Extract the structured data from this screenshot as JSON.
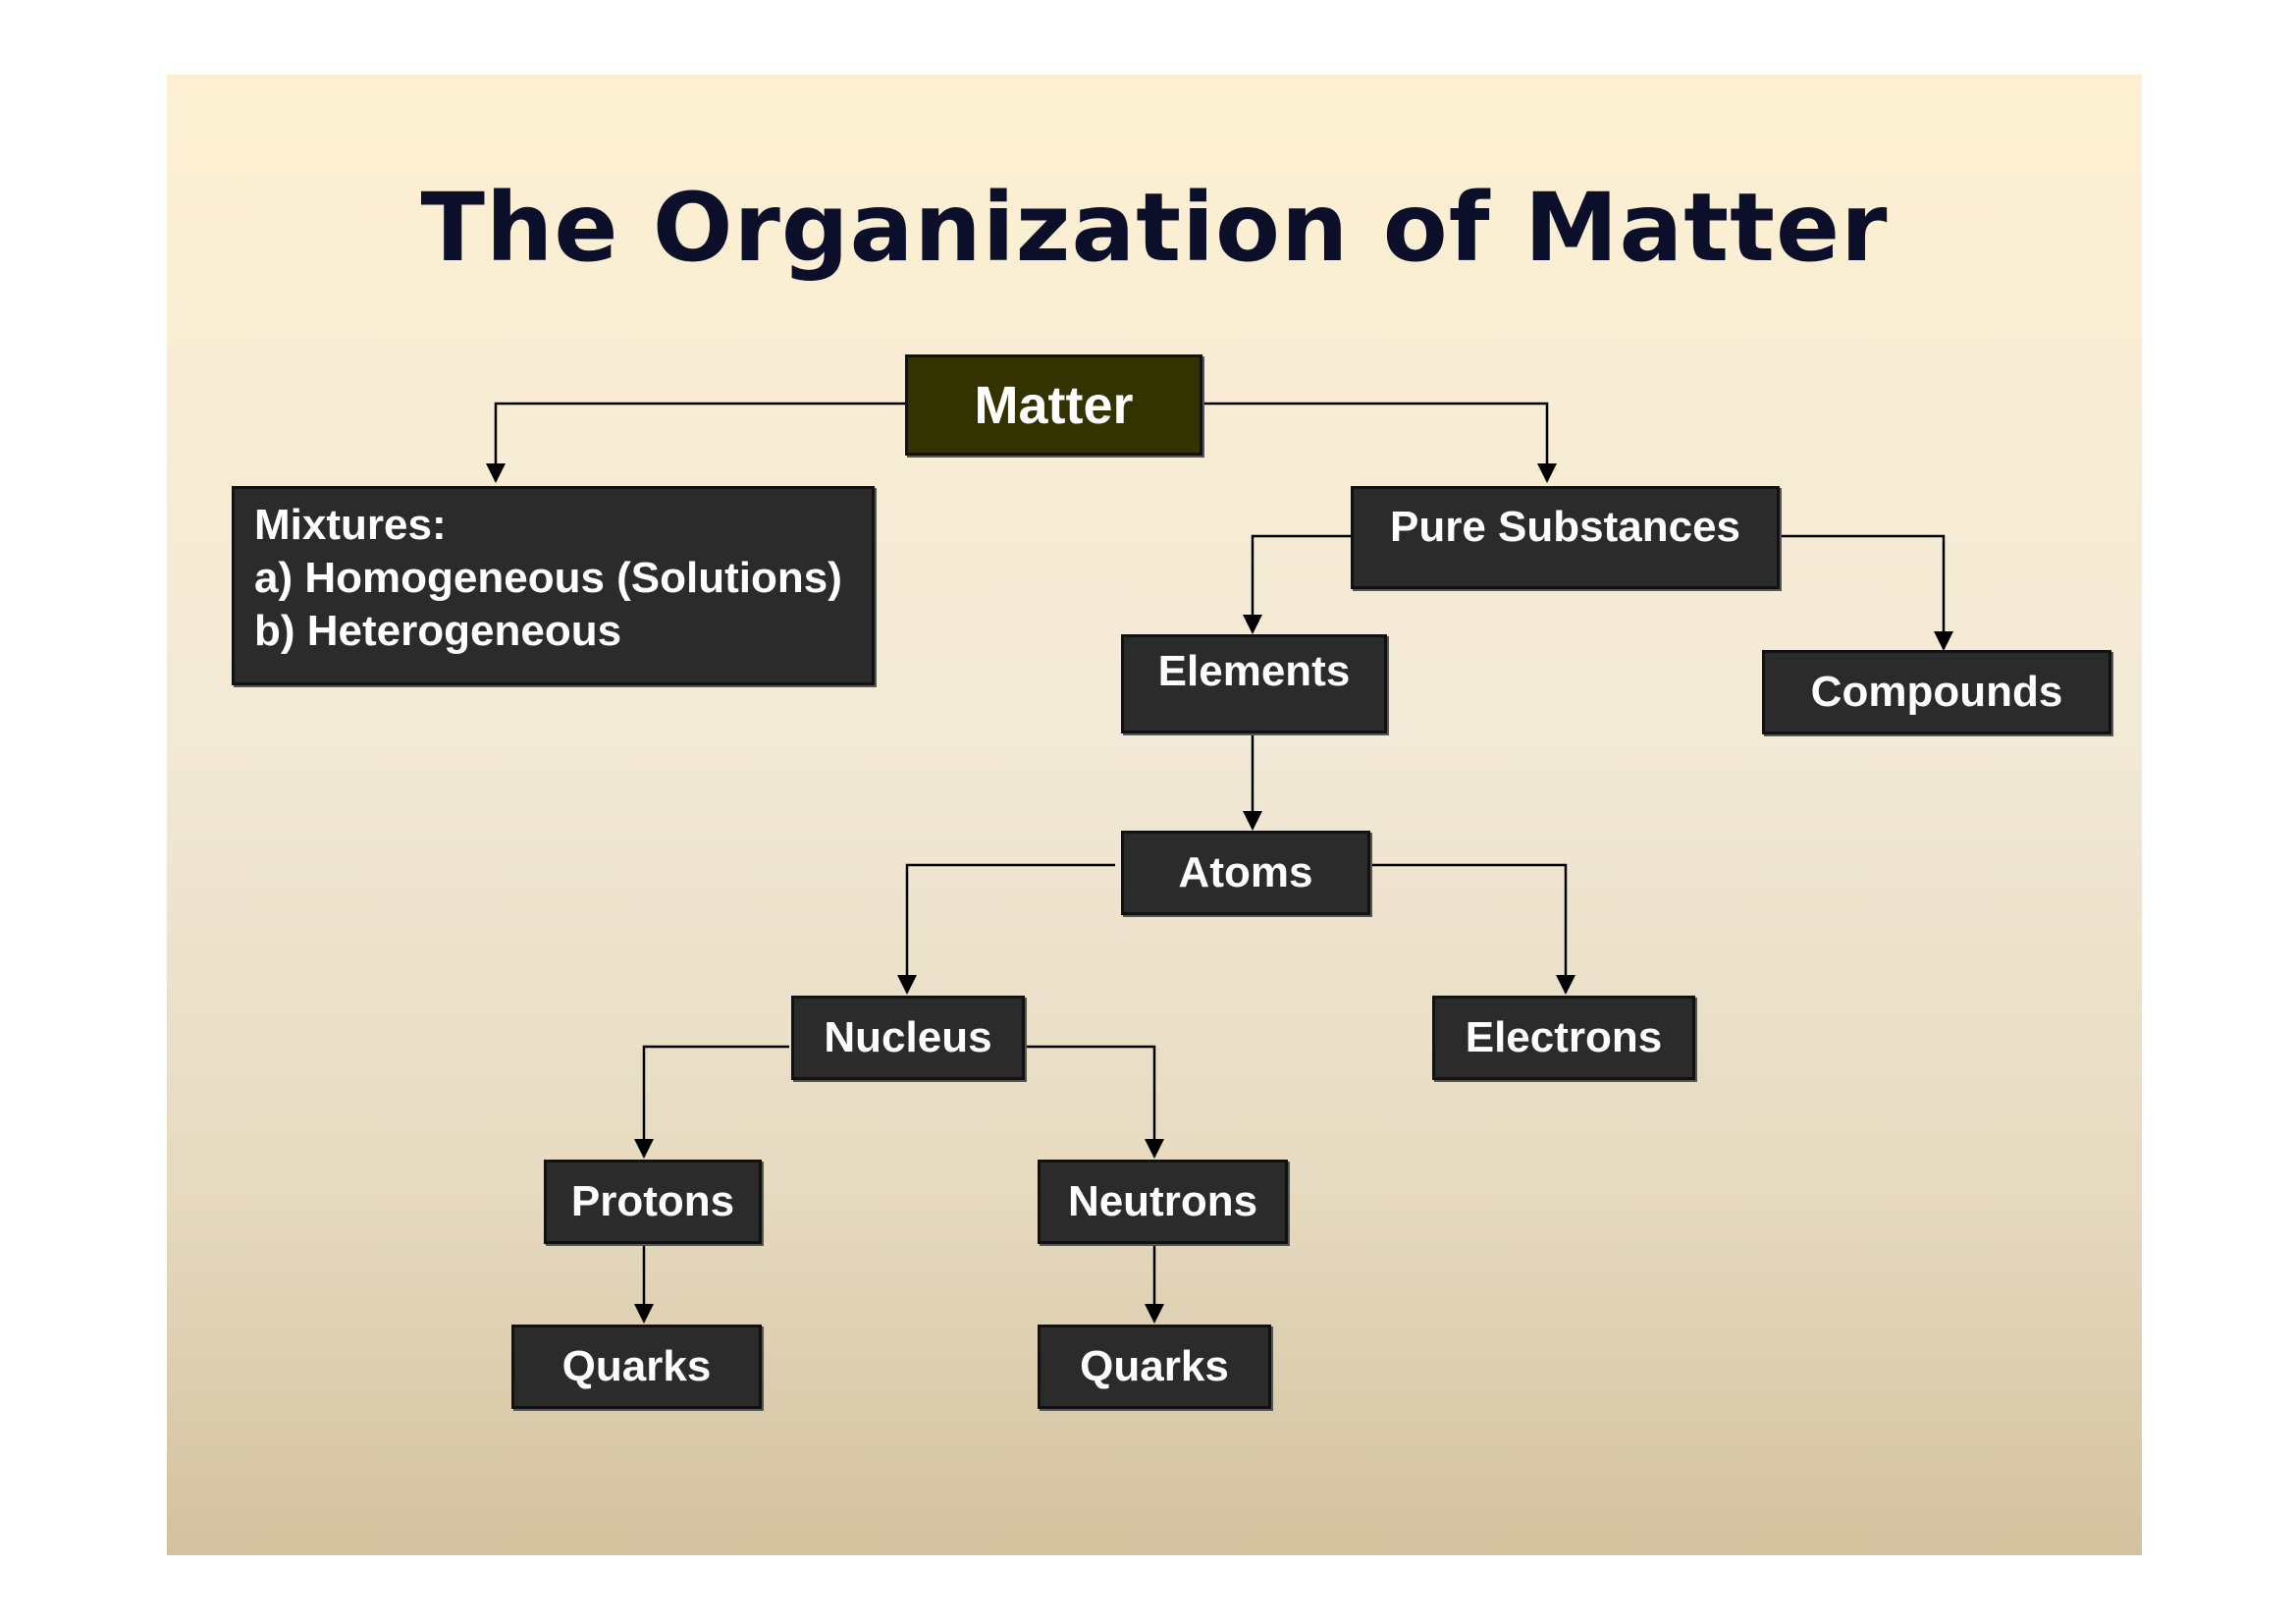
{
  "title": "The Organization of Matter",
  "nodes": {
    "matter": "Matter",
    "mixtures": {
      "heading": "Mixtures:",
      "item_a": "a) Homogeneous (Solutions)",
      "item_b": "b) Heterogeneous"
    },
    "pure_substances": "Pure Substances",
    "elements": "Elements",
    "compounds": "Compounds",
    "atoms": "Atoms",
    "nucleus": "Nucleus",
    "electrons": "Electrons",
    "protons": "Protons",
    "neutrons": "Neutrons",
    "quarks_protons": "Quarks",
    "quarks_neutrons": "Quarks"
  },
  "edges": [
    [
      "matter",
      "mixtures"
    ],
    [
      "matter",
      "pure_substances"
    ],
    [
      "pure_substances",
      "elements"
    ],
    [
      "pure_substances",
      "compounds"
    ],
    [
      "elements",
      "atoms"
    ],
    [
      "atoms",
      "nucleus"
    ],
    [
      "atoms",
      "electrons"
    ],
    [
      "nucleus",
      "protons"
    ],
    [
      "nucleus",
      "neutrons"
    ],
    [
      "protons",
      "quarks_protons"
    ],
    [
      "neutrons",
      "quarks_neutrons"
    ]
  ],
  "colors": {
    "node_fill": "#2b2b2b",
    "root_fill": "#333300",
    "node_text": "#ffffff",
    "title_text": "#0b0f2a",
    "connector": "#000000"
  }
}
